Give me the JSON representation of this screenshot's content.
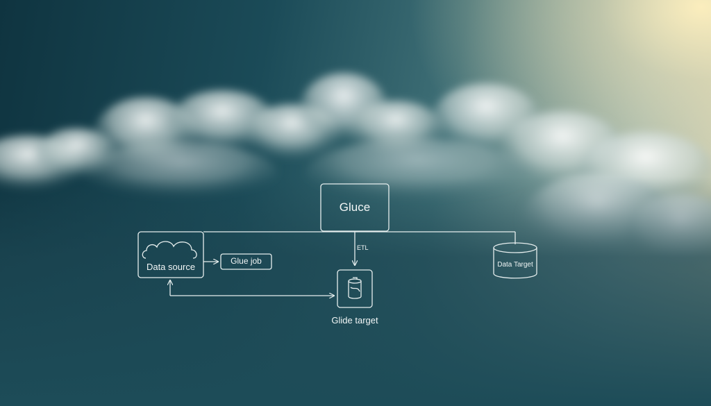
{
  "diagram": {
    "nodes": {
      "gluce": {
        "label": "Gluce"
      },
      "data_source": {
        "label": "Data source"
      },
      "glue_job": {
        "label": "Glue job"
      },
      "glide_target": {
        "label": "Glide target"
      },
      "data_target": {
        "label": "Data Target"
      }
    },
    "edges": {
      "etl": {
        "label": "ETL"
      }
    },
    "colors": {
      "line": "#e6eeee",
      "sky_dark": "#0f3440",
      "sun": "#fff0be"
    }
  }
}
